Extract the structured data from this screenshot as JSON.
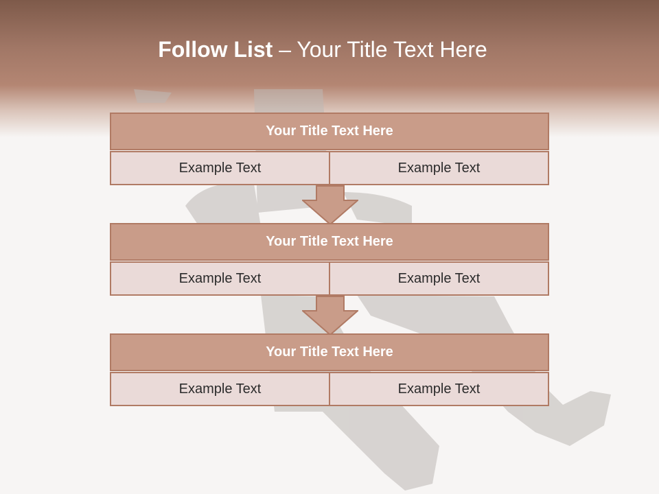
{
  "title": {
    "bold": "Follow List",
    "rest": " – Your Title Text Here"
  },
  "blocks": [
    {
      "title": "Your Title Text Here",
      "left": "Example Text",
      "right": "Example Text"
    },
    {
      "title": "Your Title Text Here",
      "left": "Example Text",
      "right": "Example Text"
    },
    {
      "title": "Your Title Text Here",
      "left": "Example Text",
      "right": "Example Text"
    }
  ],
  "colors": {
    "header_band": "#a17766",
    "block_head": "#c99c89",
    "block_cell": "#eadad8",
    "border": "#b07a64",
    "background": "#f7f5f4"
  }
}
